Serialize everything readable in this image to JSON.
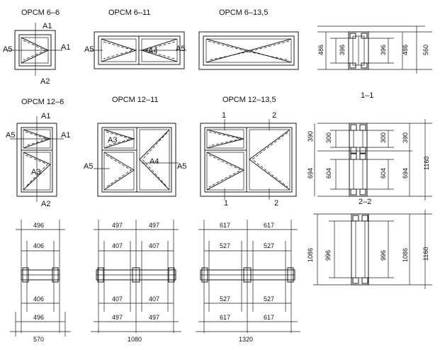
{
  "titles": {
    "w66": "ОРСМ 6–6",
    "w611": "ОРСМ 6–11",
    "w6135": "ОРСМ 6–13,5",
    "w126": "ОРСМ 12–6",
    "w1211": "ОРСМ 12–11",
    "w12135": "ОРСМ 12–13,5",
    "sec11": "1–1",
    "sec22": "2–2"
  },
  "marks": {
    "A1": "A1",
    "A2": "A2",
    "A3": "A3",
    "A4": "A4",
    "A5": "A5",
    "s1": "1",
    "s2": "2"
  },
  "dims": {
    "d486": "486",
    "d396": "396",
    "d560": "560",
    "d390": "390",
    "d300": "300",
    "d694": "694",
    "d604": "604",
    "d1160": "1160",
    "d1086": "1086",
    "d996": "996",
    "d496": "496",
    "d406": "406",
    "d570": "570",
    "d497": "497",
    "d407": "407",
    "d1080": "1080",
    "d617": "617",
    "d527": "527",
    "d1320": "1320"
  }
}
